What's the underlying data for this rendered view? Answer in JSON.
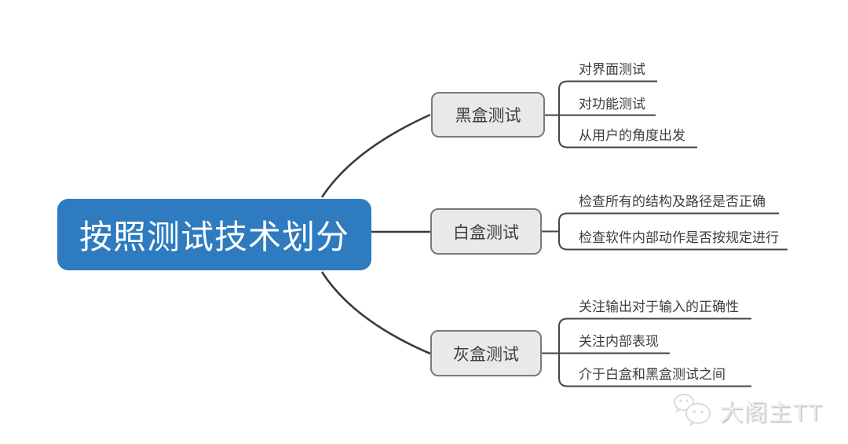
{
  "root": {
    "label": "按照测试技术划分"
  },
  "branches": [
    {
      "label": "黑盒测试",
      "children": [
        {
          "text": "对界面测试"
        },
        {
          "text": "对功能测试"
        },
        {
          "text": "从用户的角度出发"
        }
      ]
    },
    {
      "label": "白盒测试",
      "children": [
        {
          "text": "检查所有的结构及路径是否正确"
        },
        {
          "text": "检查软件内部动作是否按规定进行"
        }
      ]
    },
    {
      "label": "灰盒测试",
      "children": [
        {
          "text": "关注输出对于输入的正确性"
        },
        {
          "text": "关注内部表现"
        },
        {
          "text": "介于白盒和黑盒测试之间"
        }
      ]
    }
  ],
  "watermark": {
    "text": "大阁主TT",
    "icon": "wechat-icon"
  },
  "colors": {
    "root_bg": "#2E7BBF",
    "root_text": "#FFFFFF",
    "branch_bg": "#E9E9E9",
    "branch_border": "#7A7A7A",
    "text": "#3D3D3D",
    "line": "#3B3B3B",
    "watermark": "#EDEDED"
  }
}
